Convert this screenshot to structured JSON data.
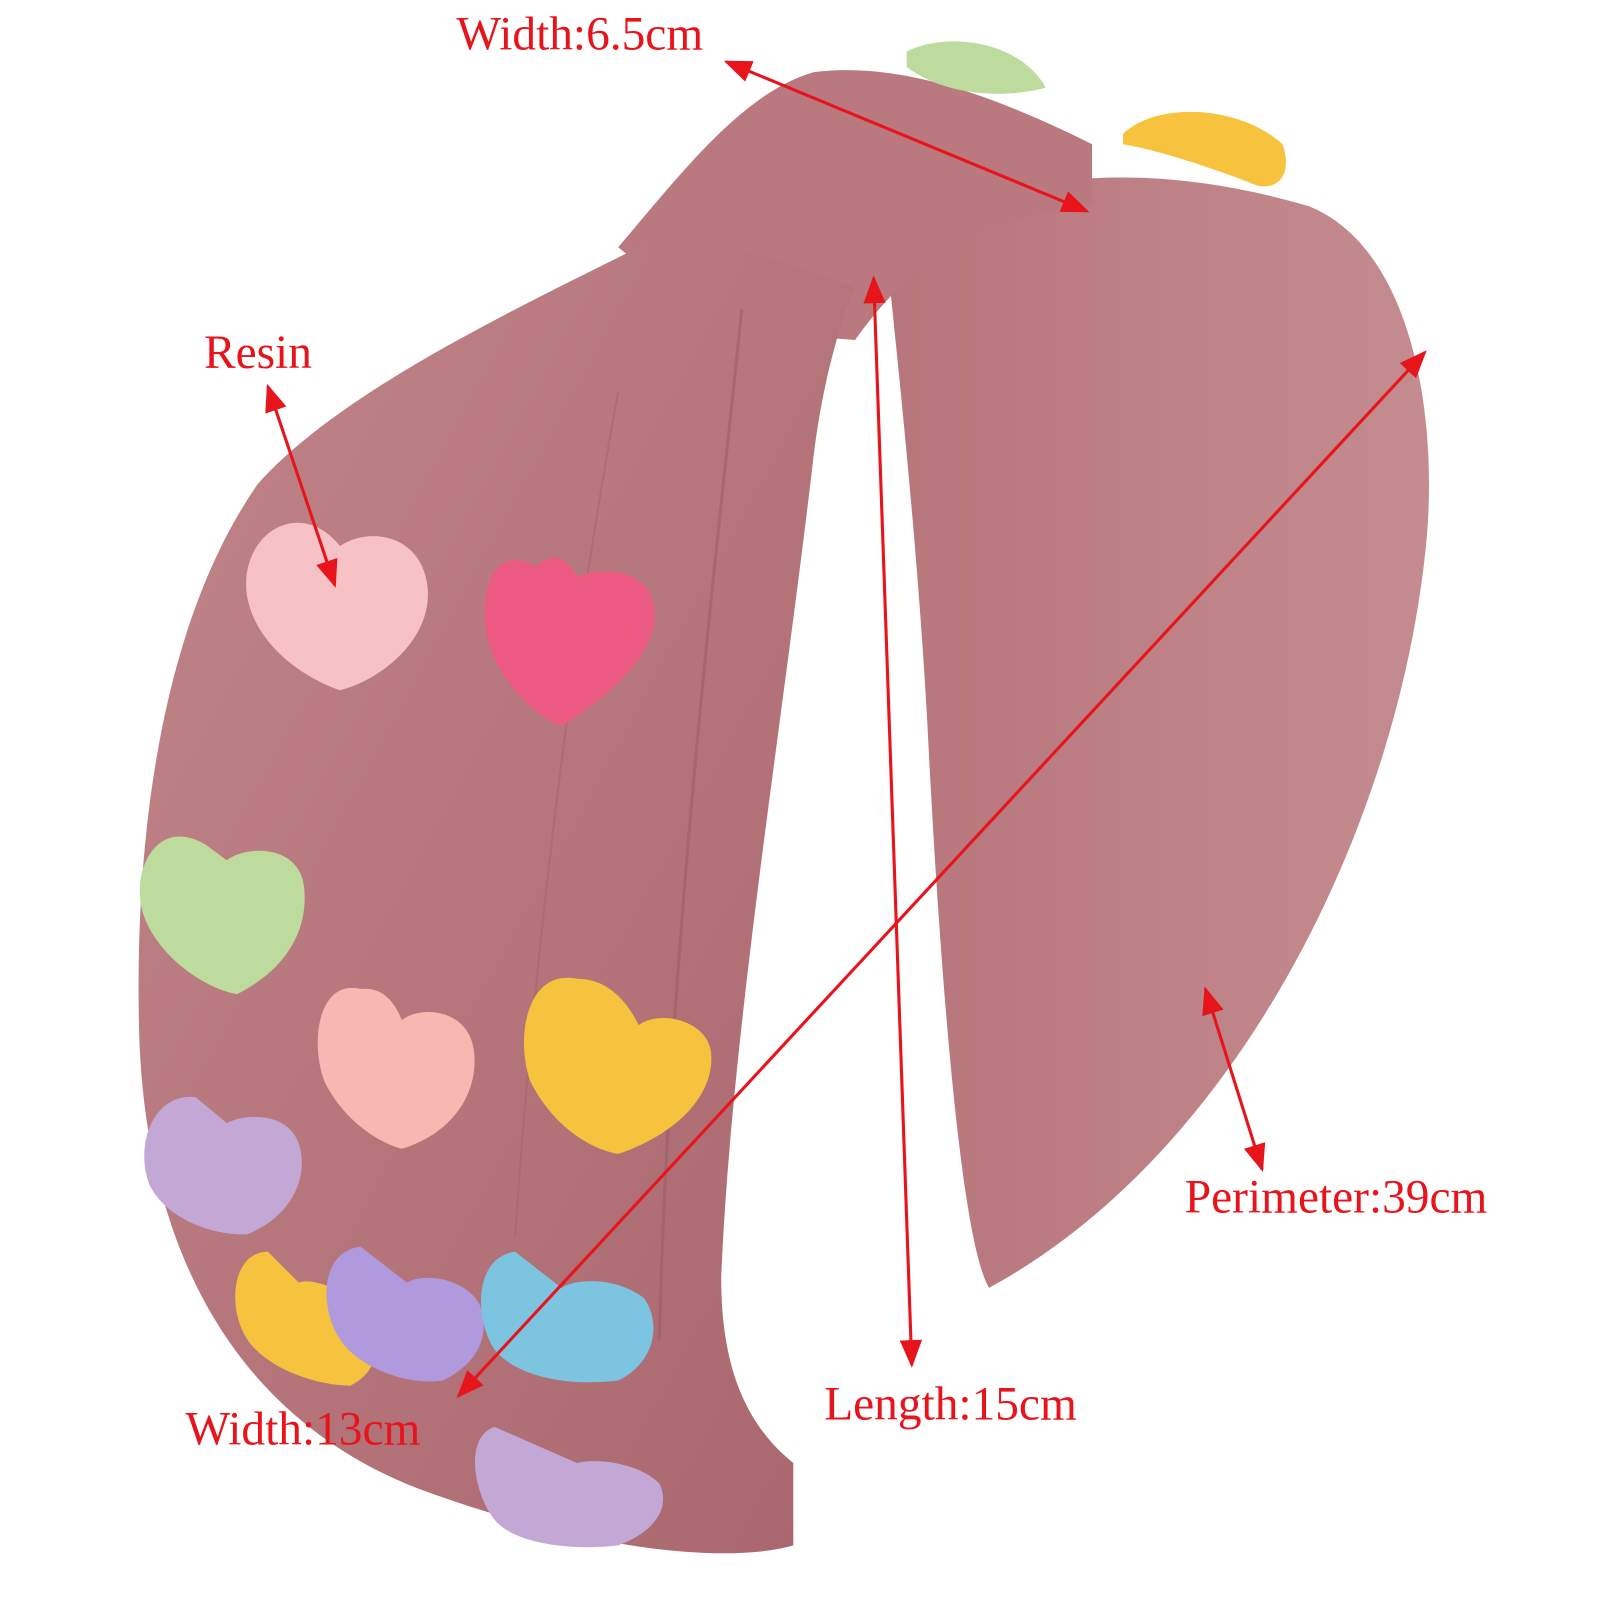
{
  "annotations": {
    "top_width": "Width:6.5cm",
    "material": "Resin",
    "perimeter": "Perimeter:39cm",
    "length": "Length:15cm",
    "bottom_width": "Width:13cm"
  },
  "colors": {
    "annotation": "#e8141c",
    "fabric": "#b97a7e",
    "fabric_dark": "#a2636a",
    "heart_pink_light": "#f6c2c6",
    "heart_pink_hot": "#ec5a84",
    "heart_green": "#bcdb9c",
    "heart_yellow": "#f7c33f",
    "heart_lilac": "#c3a8d6",
    "heart_purple": "#b199dd",
    "heart_blue": "#7cc4df",
    "heart_peach": "#f5b9b2"
  }
}
